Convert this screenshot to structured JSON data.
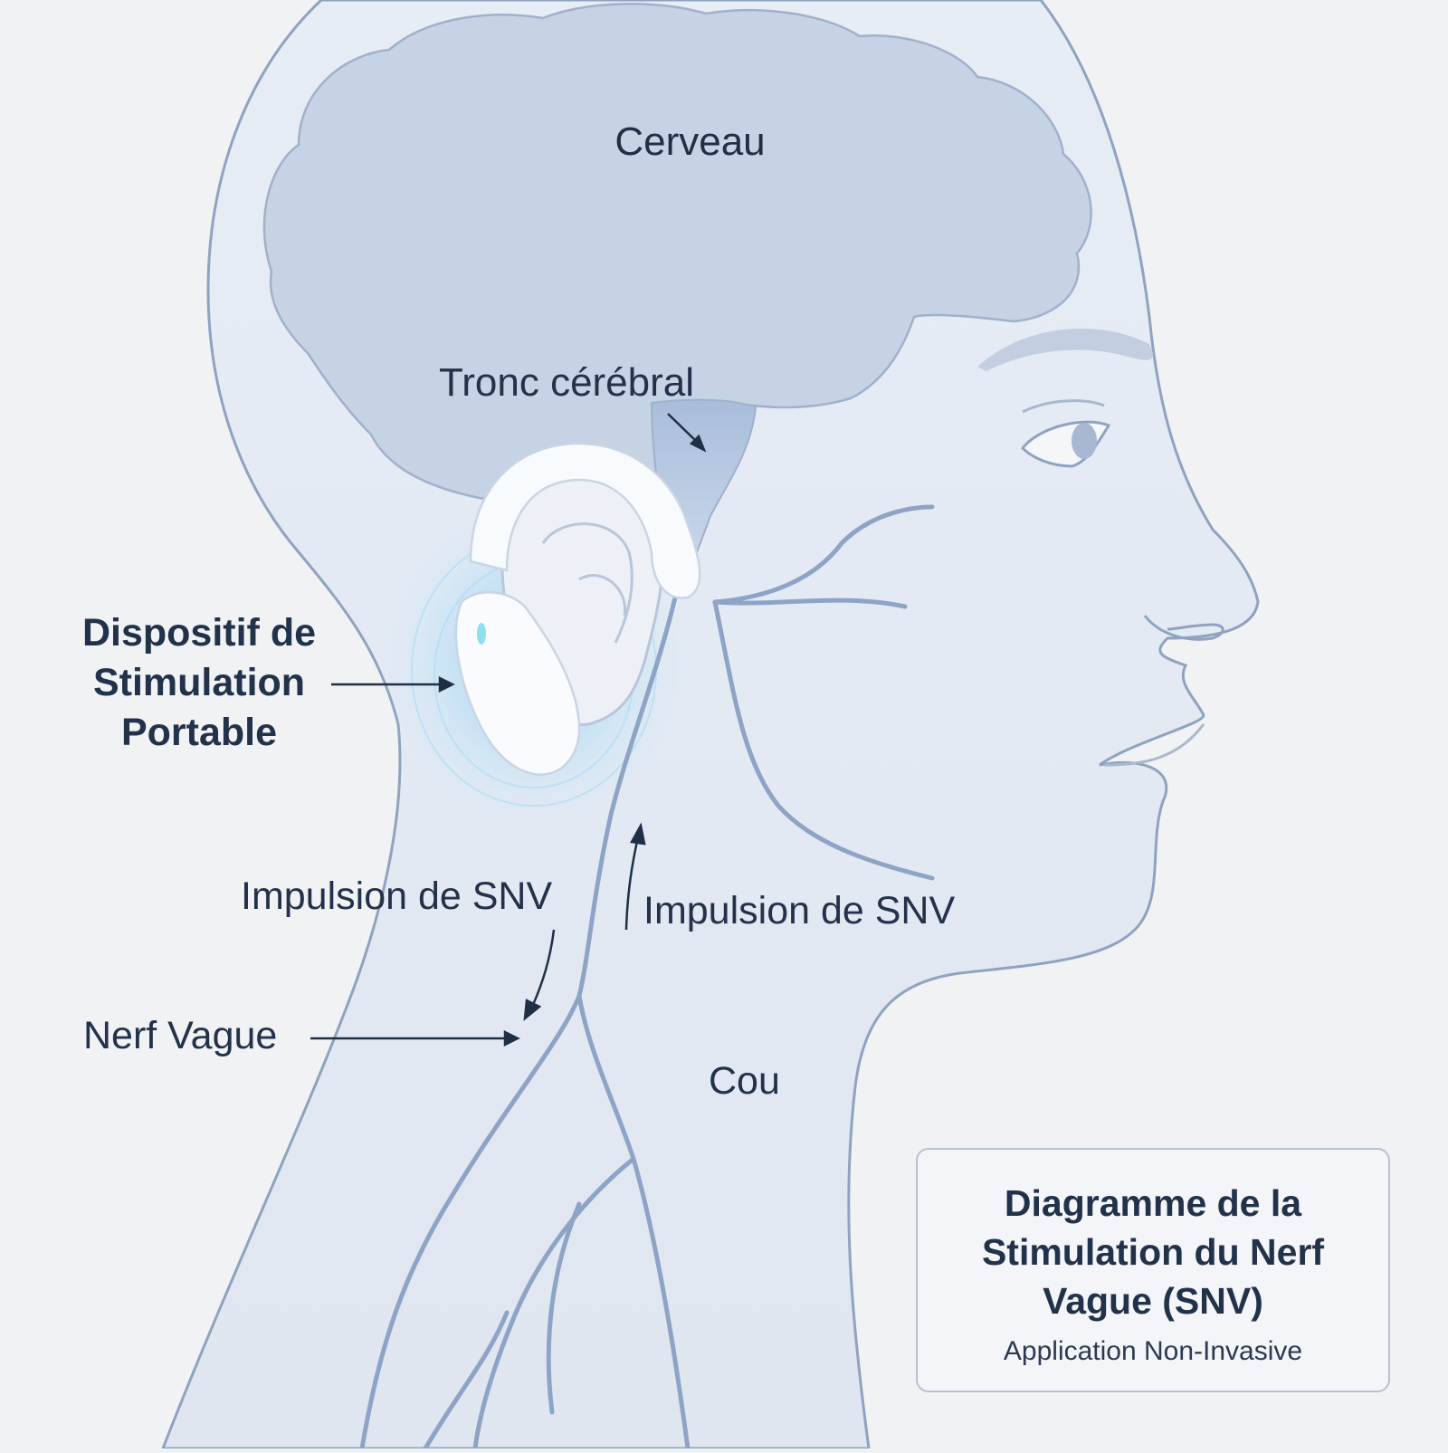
{
  "labels": {
    "brain": "Cerveau",
    "brainstem": "Tronc cérébral",
    "device": "Dispositif de Stimulation Portable",
    "impulse_left": "Impulsion de SNV",
    "impulse_right": "Impulsion de SNV",
    "vagus_nerve": "Nerf Vague",
    "neck": "Cou"
  },
  "title_box": {
    "title": "Diagramme de la Stimulation du Nerf Vague (SNV)",
    "subtitle": "Application Non-Invasive"
  },
  "colors": {
    "background": "#f1f2f4",
    "outline": "#8fa3c0",
    "brain_fill": "#c6d3e4",
    "skin_fill": "#e9eef5",
    "nerve": "#8ea4c6",
    "glow": "#7ecbf2",
    "text": "#1f2f45"
  }
}
